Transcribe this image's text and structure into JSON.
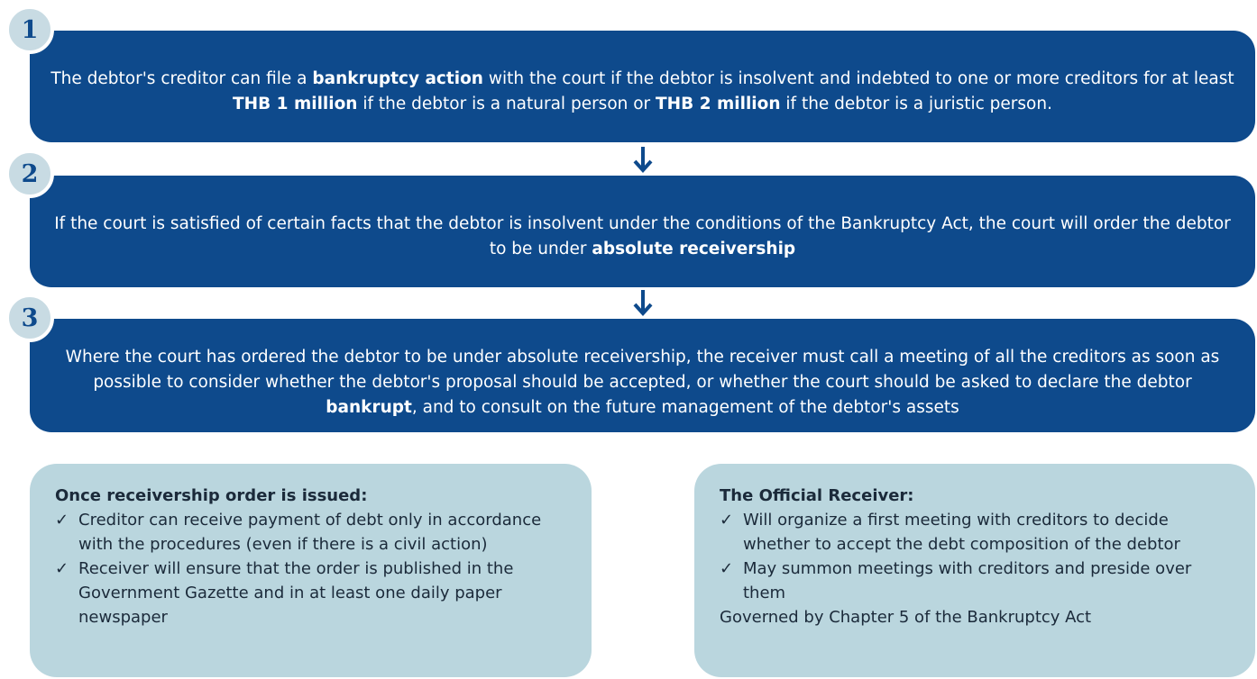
{
  "steps": [
    {
      "number": "1",
      "segments": [
        {
          "text": "The debtor's creditor can file a ",
          "bold": false
        },
        {
          "text": "bankruptcy action",
          "bold": true
        },
        {
          "text": " with the court if the debtor is insolvent and indebted to one or more creditors for at least ",
          "bold": false
        },
        {
          "text": "THB 1 million",
          "bold": true
        },
        {
          "text": " if the debtor is a natural person or ",
          "bold": false
        },
        {
          "text": "THB 2 million",
          "bold": true
        },
        {
          "text": " if the debtor is a juristic person.",
          "bold": false
        }
      ]
    },
    {
      "number": "2",
      "segments": [
        {
          "text": "If the court is satisfied of certain facts that the debtor is insolvent under the conditions of the Bankruptcy Act, the court will order the debtor to be under ",
          "bold": false
        },
        {
          "text": "absolute receivership",
          "bold": true
        }
      ]
    },
    {
      "number": "3",
      "segments": [
        {
          "text": "Where the court  has ordered the debtor to be under absolute receivership, the receiver must call a meeting of all the creditors as soon as possible to consider whether the debtor's proposal should be accepted, or whether the court should be asked to declare the debtor ",
          "bold": false
        },
        {
          "text": "bankrupt",
          "bold": true
        },
        {
          "text": ", and to consult on the future management of the debtor's assets",
          "bold": false
        }
      ]
    }
  ],
  "left_box": {
    "title": "Once receivership order is issued:",
    "items": [
      "Creditor can receive payment of debt only in accordance with the procedures (even if there is a civil action)",
      "Receiver will ensure that the order is published in the Government Gazette and in at least one daily paper newspaper"
    ]
  },
  "right_box": {
    "title": "The Official Receiver:",
    "items": [
      "Will organize a first meeting with creditors to decide whether to accept the debt composition of the debtor",
      "May summon meetings with creditors and preside over them"
    ],
    "footer": "Governed by Chapter 5 of the Bankruptcy Act"
  },
  "check_mark": "✓",
  "colors": {
    "step_fill": "#0e4a8c",
    "badge_fill": "#c8dbe3",
    "info_fill": "#bad6de"
  }
}
